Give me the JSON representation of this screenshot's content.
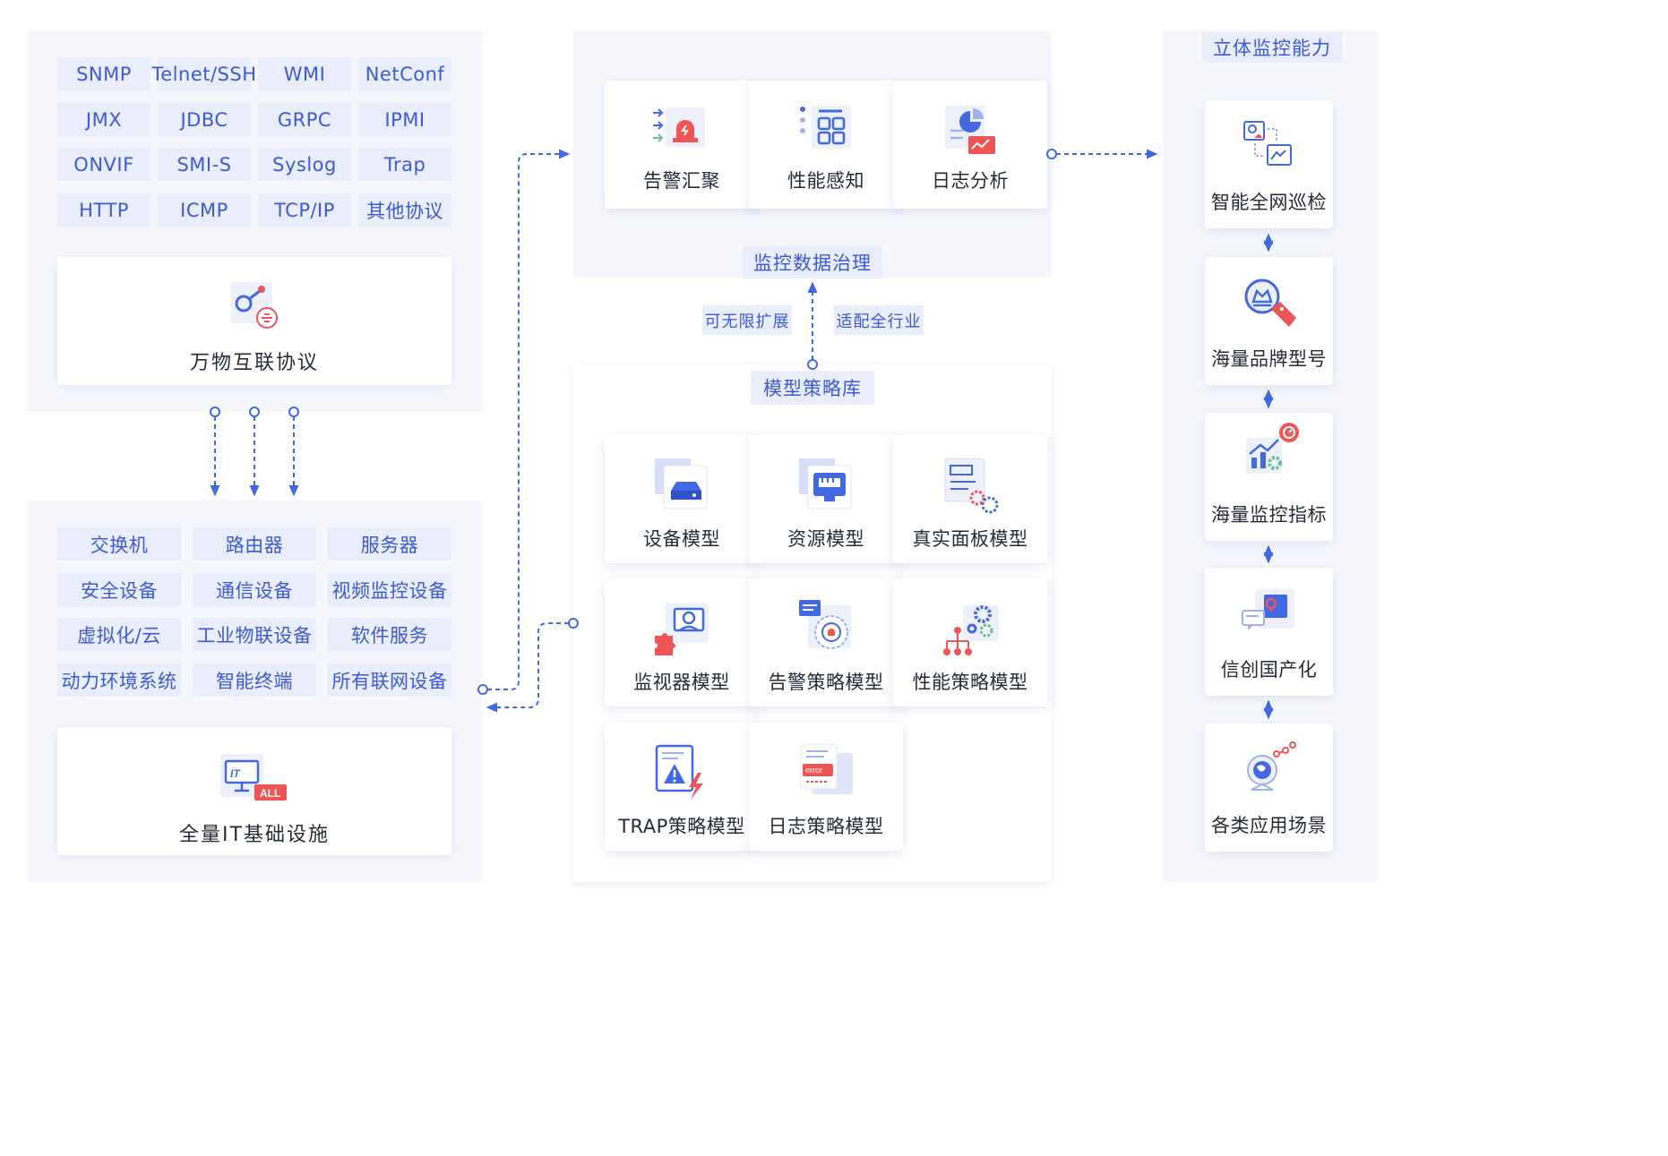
{
  "protocols": {
    "items": [
      "SNMP",
      "Telnet/SSH",
      "WMI",
      "NetConf",
      "JMX",
      "JDBC",
      "GRPC",
      "IPMI",
      "ONVIF",
      "SMI-S",
      "Syslog",
      "Trap",
      "HTTP",
      "ICMP",
      "TCP/IP",
      "其他协议"
    ],
    "summary_label": "万物互联协议"
  },
  "devices": {
    "items": [
      "交换机",
      "路由器",
      "服务器",
      "安全设备",
      "通信设备",
      "视频监控设备",
      "虚拟化/云",
      "工业物联设备",
      "软件服务",
      "动力环境系统",
      "智能终端",
      "所有联网设备"
    ],
    "summary_label": "全量IT基础设施",
    "icon_badge": "ALL",
    "icon_text": "IT"
  },
  "governance": {
    "title": "监控数据治理",
    "cards": [
      {
        "label": "告警汇聚",
        "icon": "alarm-aggregation-icon"
      },
      {
        "label": "性能感知",
        "icon": "performance-perception-icon"
      },
      {
        "label": "日志分析",
        "icon": "log-analysis-icon"
      }
    ]
  },
  "link_tags": {
    "left": "可无限扩展",
    "right": "适配全行业"
  },
  "model_library": {
    "title": "模型策略库",
    "cards": [
      {
        "label": "设备模型",
        "icon": "device-model-icon"
      },
      {
        "label": "资源模型",
        "icon": "resource-model-icon"
      },
      {
        "label": "真实面板模型",
        "icon": "real-panel-model-icon"
      },
      {
        "label": "监视器模型",
        "icon": "monitor-model-icon"
      },
      {
        "label": "告警策略模型",
        "icon": "alarm-policy-model-icon"
      },
      {
        "label": "性能策略模型",
        "icon": "performance-policy-model-icon"
      },
      {
        "label": "TRAP策略模型",
        "icon": "trap-policy-model-icon"
      },
      {
        "label": "日志策略模型",
        "icon": "log-policy-model-icon",
        "icon_text": "error"
      }
    ]
  },
  "capabilities": {
    "title": "立体监控能力",
    "cards": [
      {
        "label": "智能全网巡检",
        "icon": "network-inspection-icon"
      },
      {
        "label": "海量品牌型号",
        "icon": "brand-model-icon"
      },
      {
        "label": "海量监控指标",
        "icon": "monitoring-metrics-icon"
      },
      {
        "label": "信创国产化",
        "icon": "localization-icon"
      },
      {
        "label": "各类应用场景",
        "icon": "application-scenario-icon"
      }
    ]
  },
  "colors": {
    "accent": "#4169e1",
    "chip_bg": "#e9edfc",
    "panel_bg": "#f6f7fd",
    "alert_red": "#f05555"
  }
}
